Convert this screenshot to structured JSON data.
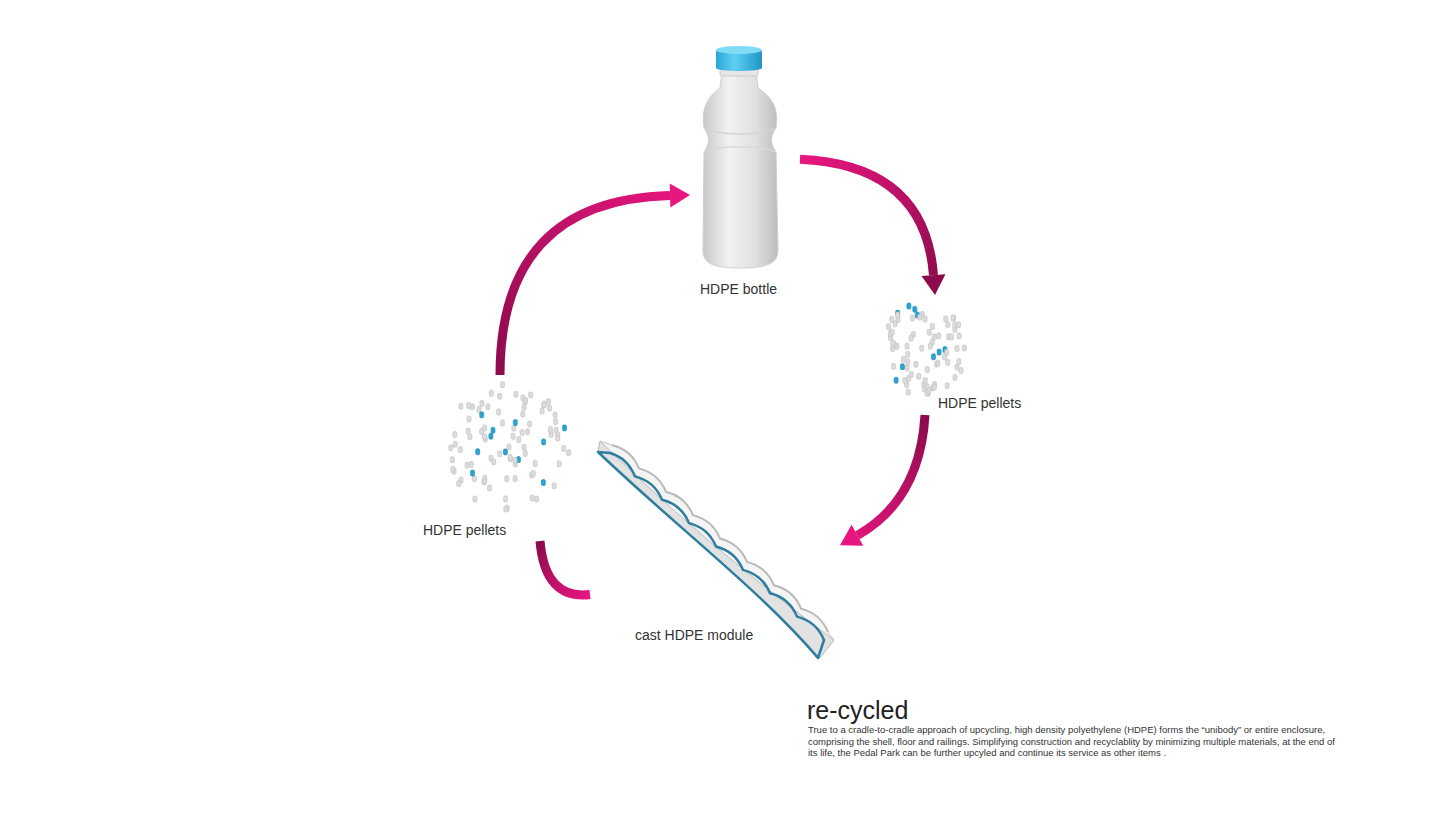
{
  "diagram": {
    "title": "re-cycled",
    "caption": "True to a cradle-to-cradle approach of upcycling, high density polyethylene (HDPE) forms the “unibody” or entire enclosure, comprising the shell, floor and railings.  Simplifying construction and recyclablity by minimizing multiple materials, at the end of its life, the Pedal Park can be further upcyled and continue its service as other items .",
    "nodes": [
      {
        "text": [
          "HDPE bottle"
        ]
      },
      {
        "text": [
          "HDPE pellets"
        ]
      },
      {
        "text": [
          "cast HDPE module"
        ]
      },
      {
        "text": [
          "HDPE pellets"
        ]
      }
    ],
    "edges": [
      {
        "from": 0,
        "to": 1,
        "arrow": "to"
      },
      {
        "from": 1,
        "to": 2,
        "arrow": "to"
      },
      {
        "from": 2,
        "to": 3,
        "arrow": "none"
      },
      {
        "from": 3,
        "to": 0,
        "arrow": "to"
      }
    ]
  }
}
